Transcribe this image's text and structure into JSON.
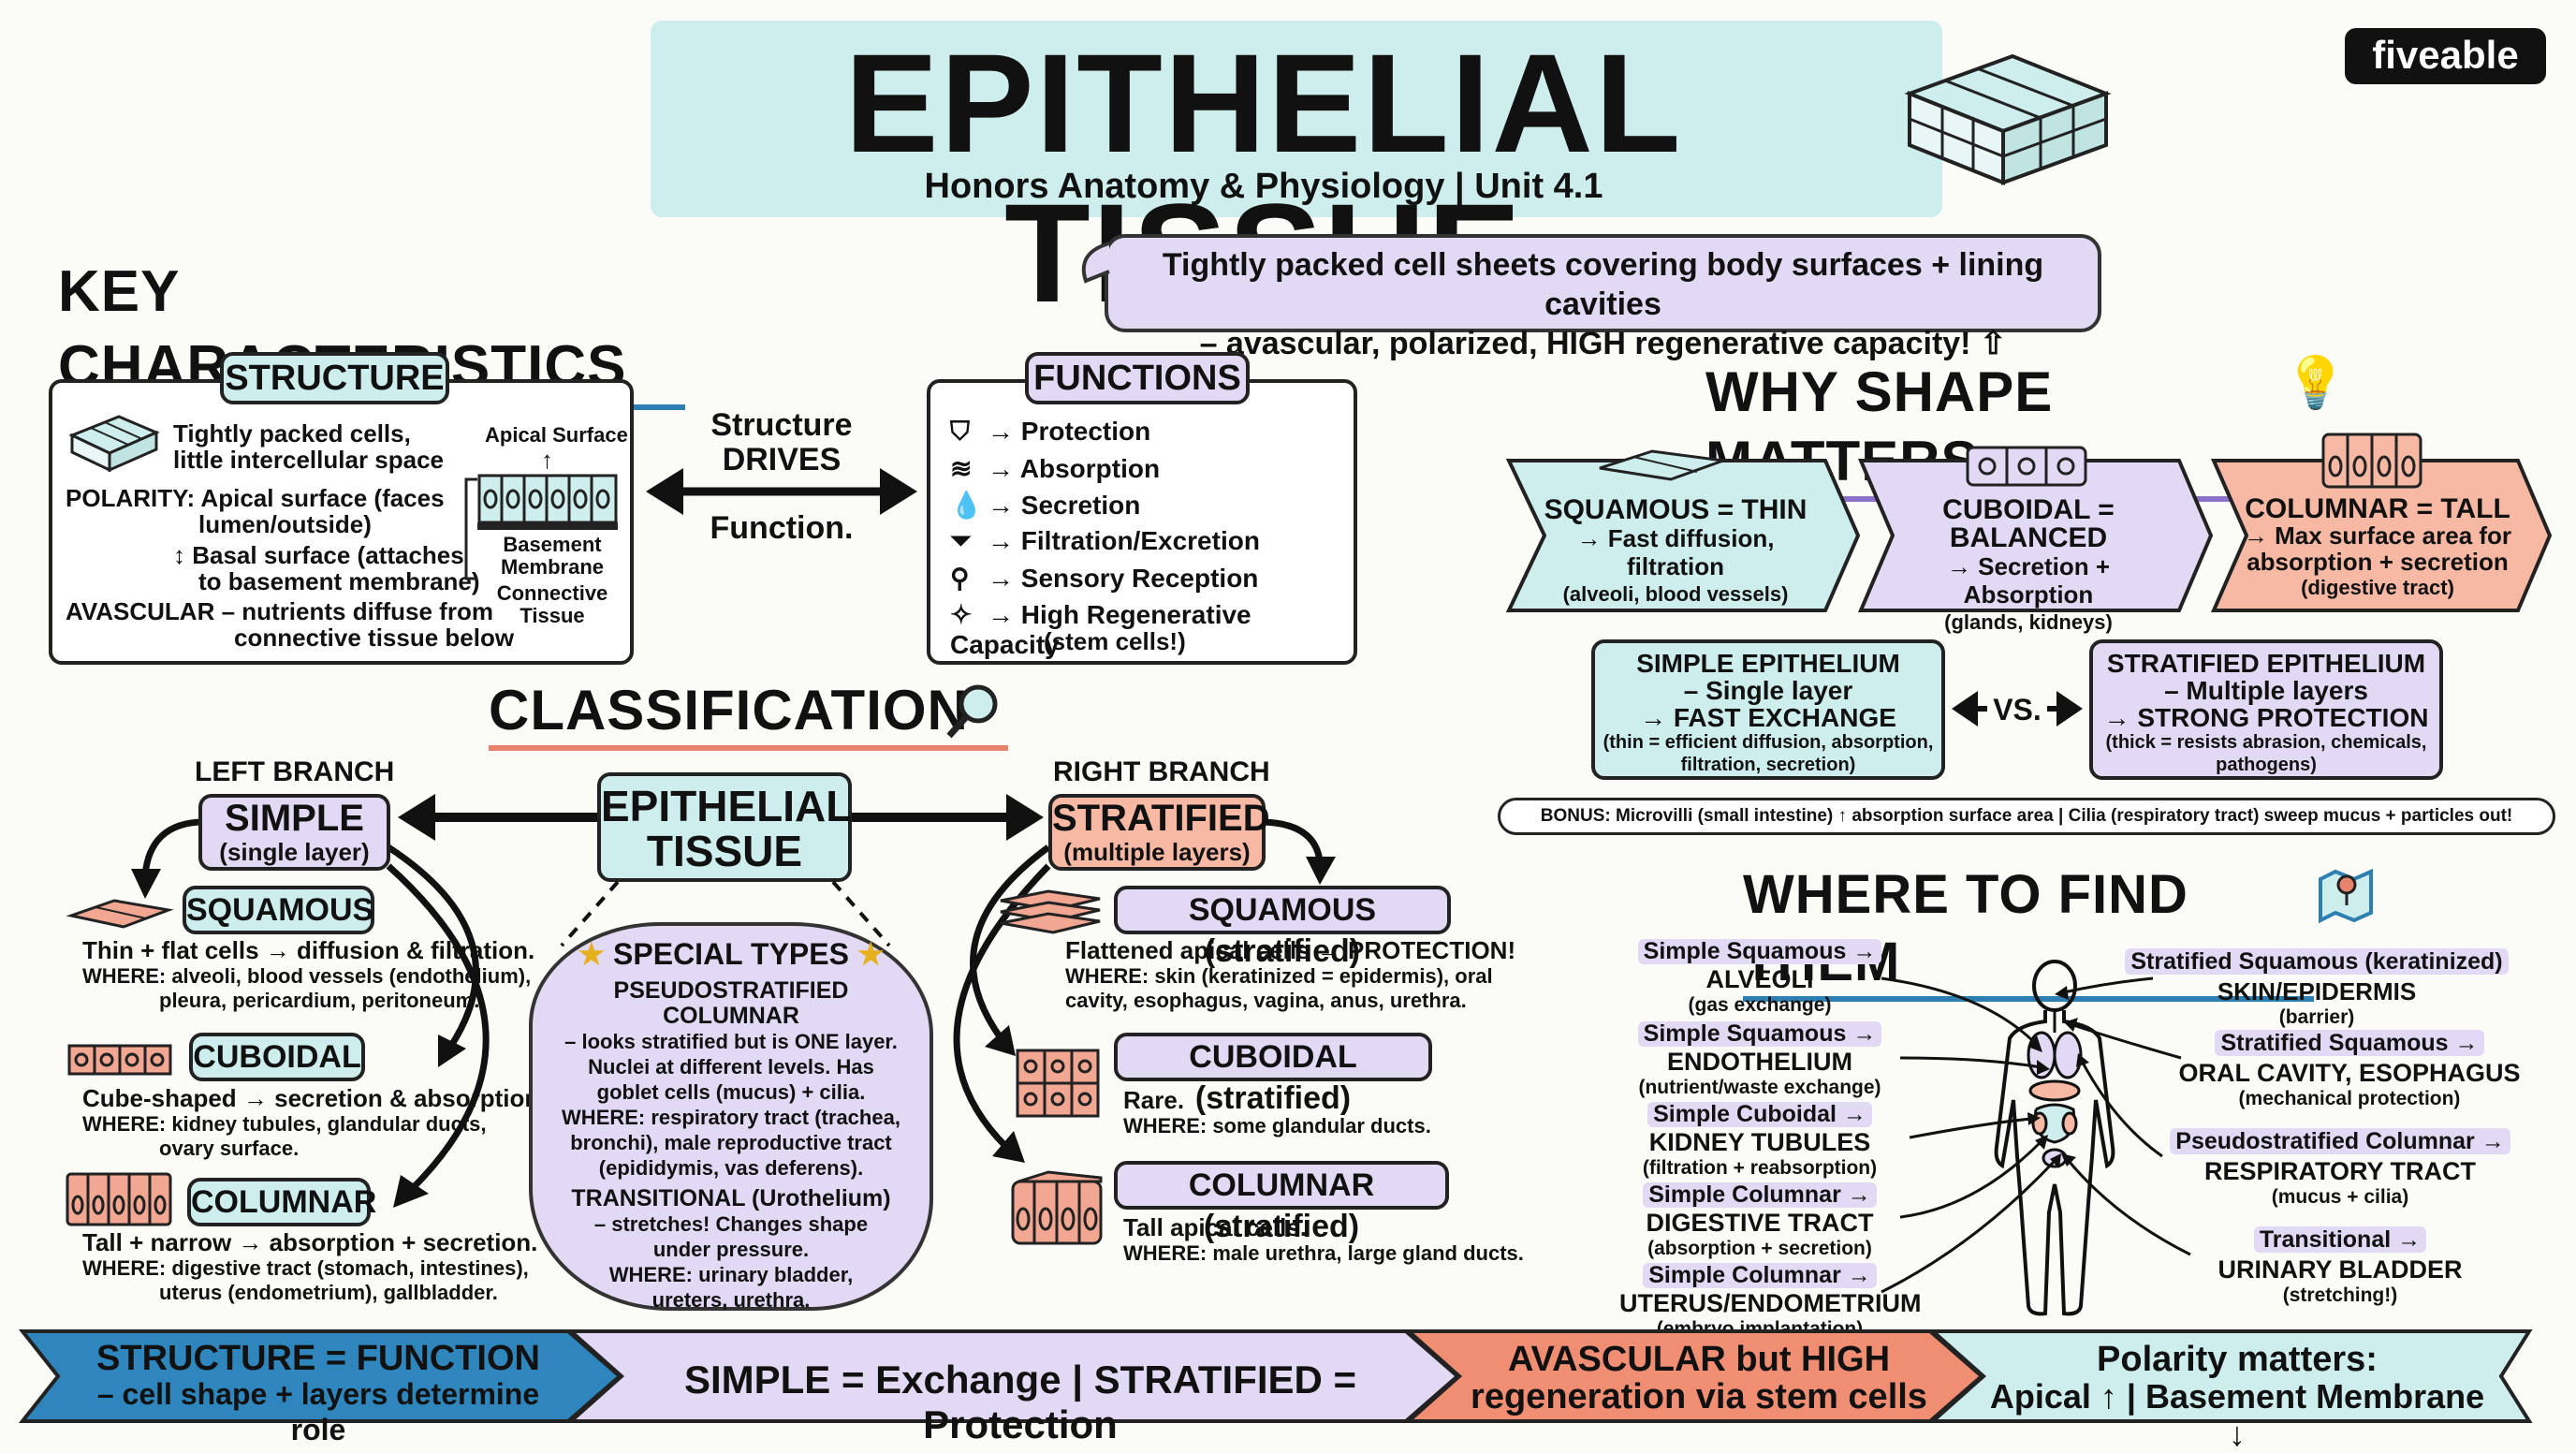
{
  "header": {
    "title": "EPITHELIAL TISSUE",
    "subtitle": "Honors Anatomy & Physiology | Unit 4.1",
    "logo": "fiveable"
  },
  "summary": {
    "line1": "Tightly packed cell sheets covering body surfaces + lining cavities",
    "line2": "– avascular, polarized, HIGH regenerative capacity! ⇧"
  },
  "key": {
    "title": "KEY CHARACTERISTICS",
    "structure": {
      "title": "STRUCTURE",
      "l1": "Tightly packed cells,",
      "l2": "little intercellular space",
      "l3": "POLARITY: Apical surface (faces",
      "l4": "lumen/outside)",
      "l5": "↕ Basal surface (attaches",
      "l6": "to basement membrane)",
      "l7": "AVASCULAR – nutrients diffuse from",
      "l8": "connective tissue below",
      "apical": "Apical Surface",
      "basement": "Basement Membrane",
      "connective": "Connective Tissue"
    },
    "drives": {
      "a": "Structure",
      "b": "DRIVES",
      "c": "Function."
    },
    "functions": {
      "title": "FUNCTIONS",
      "items": [
        "→ Protection",
        "→ Absorption",
        "→ Secretion",
        "→ Filtration/Excretion",
        "→ Sensory Reception",
        "→ High Regenerative Capacity"
      ],
      "note": "(stem cells!)"
    }
  },
  "classification": {
    "title": "CLASSIFICATION",
    "left_branch": "LEFT BRANCH",
    "right_branch": "RIGHT BRANCH",
    "center": "EPITHELIAL TISSUE",
    "simple": {
      "title": "SIMPLE",
      "sub": "(single layer)"
    },
    "stratified": {
      "title": "STRATIFIED",
      "sub": "(multiple layers)"
    },
    "sq": {
      "title": "SQUAMOUS",
      "l1": "Thin + flat cells → diffusion & filtration.",
      "l2": "WHERE: alveoli, blood vessels (endothelium),",
      "l3": "pleura, pericardium, peritoneum."
    },
    "cu": {
      "title": "CUBOIDAL",
      "l1": "Cube-shaped → secretion & absorption.",
      "l2": "WHERE: kidney tubules, glandular ducts,",
      "l3": "ovary surface."
    },
    "co": {
      "title": "COLUMNAR",
      "l1": "Tall + narrow → absorption + secretion.",
      "l2": "WHERE: digestive tract (stomach, intestines),",
      "l3": "uterus (endometrium), gallbladder."
    },
    "ssq": {
      "title": "SQUAMOUS (stratified)",
      "l1": "Flattened apical cells → PROTECTION!",
      "l2": "WHERE: skin (keratinized = epidermis), oral",
      "l3": "cavity, esophagus, vagina, anus, urethra."
    },
    "scu": {
      "title": "CUBOIDAL (stratified)",
      "l1": "Rare.",
      "l2": "WHERE: some glandular ducts."
    },
    "sco": {
      "title": "COLUMNAR (stratified)",
      "l1": "Tall apical cells.",
      "l2": "WHERE: male urethra, large gland ducts."
    },
    "special": {
      "title": "SPECIAL TYPES",
      "p1": "PSEUDOSTRATIFIED COLUMNAR",
      "p2": "– looks stratified but is ONE layer.",
      "p3": "Nuclei at different levels. Has",
      "p4": "goblet cells (mucus) + cilia.",
      "p5": "WHERE: respiratory tract (trachea,",
      "p6": "bronchi), male reproductive tract",
      "p7": "(epididymis, vas deferens).",
      "t1": "TRANSITIONAL (Urothelium)",
      "t2": "– stretches! Changes shape",
      "t3": "under pressure.",
      "t4": "WHERE: urinary bladder,",
      "t5": "ureters, urethra."
    }
  },
  "shape": {
    "title": "WHY SHAPE MATTERS",
    "sq": {
      "t": "SQUAMOUS = THIN",
      "a": "→ Fast diffusion, filtration",
      "b": "(alveoli, blood vessels)"
    },
    "cu": {
      "t": "CUBOIDAL = BALANCED",
      "a": "→ Secretion + Absorption",
      "b": "(glands, kidneys)"
    },
    "co": {
      "t": "COLUMNAR = TALL",
      "a": "→ Max surface area for",
      "b": "absorption + secretion",
      "c": "(digestive tract)"
    },
    "simple": {
      "a": "SIMPLE EPITHELIUM",
      "b": "– Single layer",
      "c": "→ FAST EXCHANGE",
      "d": "(thin = efficient diffusion, absorption,",
      "e": "filtration, secretion)"
    },
    "vs": "VS.",
    "strat": {
      "a": "STRATIFIED EPITHELIUM",
      "b": "– Multiple layers",
      "c": "→ STRONG PROTECTION",
      "d": "(thick = resists abrasion, chemicals,",
      "e": "pathogens)"
    },
    "bonus": "BONUS: Microvilli (small intestine) ↑ absorption surface area | Cilia (respiratory tract) sweep mucus + particles out!"
  },
  "where": {
    "title": "WHERE TO FIND THEM",
    "left": [
      {
        "a": "Simple Squamous →",
        "b": "ALVEOLI",
        "c": "(gas exchange)"
      },
      {
        "a": "Simple Squamous →",
        "b": "ENDOTHELIUM",
        "c": "(nutrient/waste exchange)"
      },
      {
        "a": "Simple Cuboidal →",
        "b": "KIDNEY TUBULES",
        "c": "(filtration + reabsorption)"
      },
      {
        "a": "Simple Columnar →",
        "b": "DIGESTIVE TRACT",
        "c": "(absorption + secretion)"
      },
      {
        "a": "Simple Columnar →",
        "b": "UTERUS/ENDOMETRIUM",
        "c": "(embryo implantation)"
      }
    ],
    "right": [
      {
        "a": "Stratified Squamous (keratinized)",
        "b": "SKIN/EPIDERMIS",
        "c": "(barrier)"
      },
      {
        "a": "Stratified Squamous →",
        "b": "ORAL CAVITY, ESOPHAGUS",
        "c": "(mechanical protection)"
      },
      {
        "a": "Pseudostratified Columnar →",
        "b": "RESPIRATORY TRACT",
        "c": "(mucus + cilia)"
      },
      {
        "a": "Transitional →",
        "b": "URINARY BLADDER",
        "c": "(stretching!)"
      }
    ]
  },
  "footer": {
    "a1": "STRUCTURE = FUNCTION",
    "a2": "– cell shape + layers determine role",
    "b": "SIMPLE = Exchange | STRATIFIED = Protection",
    "c1": "AVASCULAR but HIGH",
    "c2": "regeneration via stem cells",
    "d1": "Polarity matters:",
    "d2": "Apical ↑ | Basement Membrane ↓"
  },
  "colors": {
    "teal": "#cdeeed",
    "lavender": "#e2daf5",
    "salmon": "#f7b8a4",
    "blue": "#2c7fb0",
    "dark": "#111111"
  }
}
